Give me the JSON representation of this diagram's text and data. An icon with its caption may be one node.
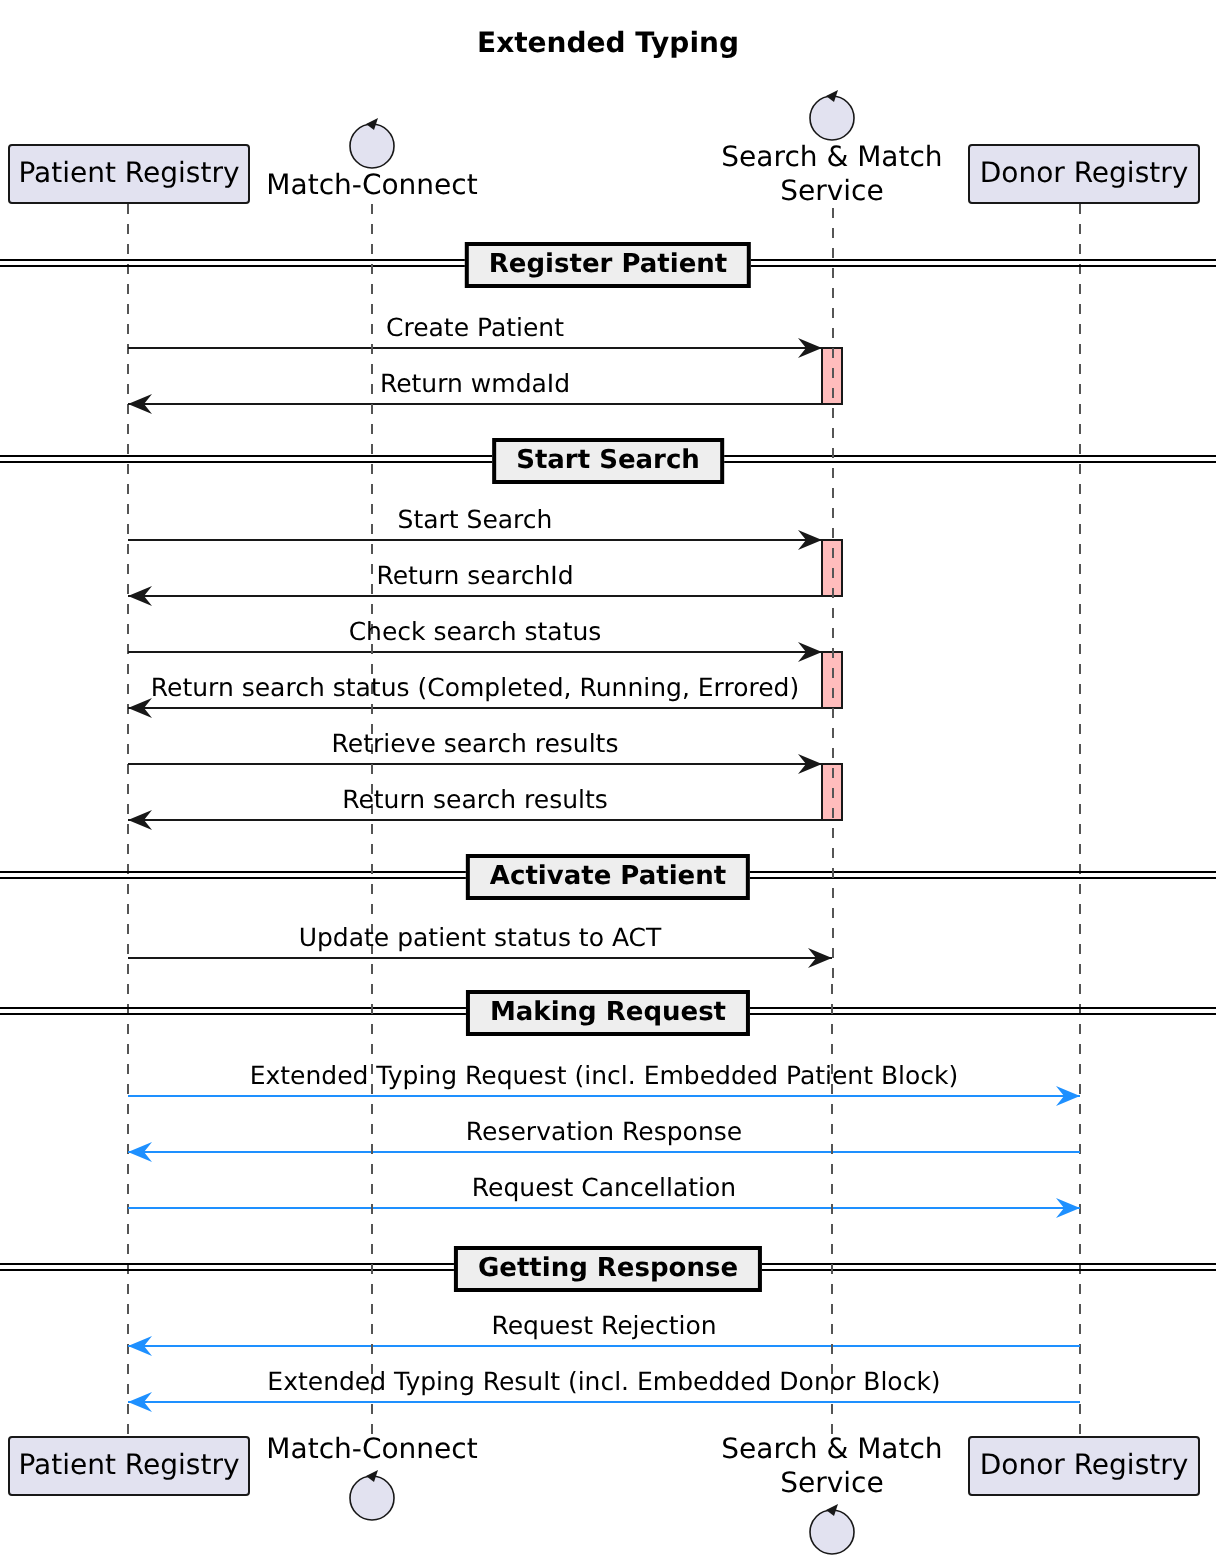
{
  "diagram": {
    "title": "Extended Typing",
    "nodes": [
      {
        "text": [
          "Patient Registry",
          "Patient Registry"
        ]
      },
      {
        "text": [
          "Match-Connect"
        ]
      },
      {
        "text": [
          "Search & Match Service"
        ]
      },
      {
        "text": [
          "Donor Registry",
          "Donor Registry"
        ]
      },
      {
        "text": [
          "Register Patient"
        ]
      },
      {
        "text": [
          "Start Search"
        ]
      },
      {
        "text": [
          "Activate Patient"
        ]
      },
      {
        "text": [
          "Making Request"
        ]
      },
      {
        "text": [
          "Getting Response"
        ]
      },
      {
        "text": [
          "Match-Connect"
        ]
      },
      {
        "text": [
          "Search & Match Service"
        ]
      }
    ],
    "edges": [
      {
        "from": 0,
        "to": 2,
        "arrow": "to",
        "label": "Create Patient"
      },
      {
        "from": 2,
        "to": 0,
        "arrow": "to",
        "label": "Return wmdaId"
      },
      {
        "from": 0,
        "to": 2,
        "arrow": "to",
        "label": "Start Search"
      },
      {
        "from": 2,
        "to": 0,
        "arrow": "to",
        "label": "Return searchId"
      },
      {
        "from": 0,
        "to": 2,
        "arrow": "to",
        "label": "Check search status"
      },
      {
        "from": 2,
        "to": 0,
        "arrow": "to",
        "label": "Return search status (Completed, Running, Errored)"
      },
      {
        "from": 0,
        "to": 2,
        "arrow": "to",
        "label": "Retrieve search results"
      },
      {
        "from": 2,
        "to": 0,
        "arrow": "to",
        "label": "Return search results"
      },
      {
        "from": 0,
        "to": 2,
        "arrow": "to",
        "label": "Update patient status to ACT"
      },
      {
        "from": 0,
        "to": 3,
        "arrow": "to",
        "label": "Extended Typing Request (incl. Embedded Patient Block)",
        "color": "#1e90ff"
      },
      {
        "from": 3,
        "to": 0,
        "arrow": "to",
        "label": "Reservation Response",
        "color": "#1e90ff"
      },
      {
        "from": 0,
        "to": 3,
        "arrow": "to",
        "label": "Request Cancellation",
        "color": "#1e90ff"
      },
      {
        "from": 3,
        "to": 0,
        "arrow": "to",
        "label": "Request Rejection",
        "color": "#1e90ff"
      },
      {
        "from": 3,
        "to": 0,
        "arrow": "to",
        "label": "Extended Typing Result (incl. Embedded Donor Block)",
        "color": "#1e90ff"
      },
      {
        "from": 1,
        "to": 9,
        "arrow": "none",
        "style": "dashed",
        "color": "#555555"
      },
      {
        "from": 2,
        "to": 10,
        "arrow": "none",
        "style": "dashed",
        "color": "#555555"
      }
    ]
  }
}
